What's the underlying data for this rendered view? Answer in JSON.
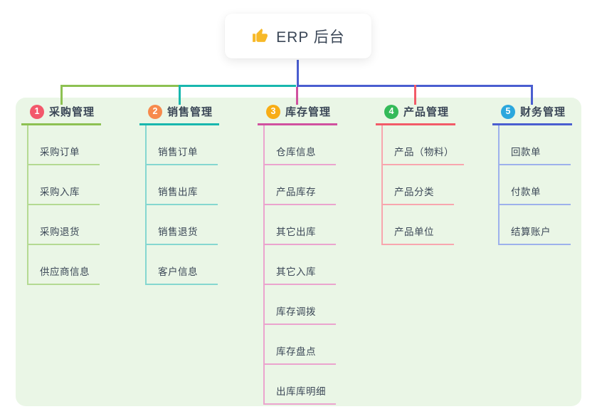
{
  "root": {
    "title": "ERP 后台",
    "icon": "thumbs-up-icon"
  },
  "branches": [
    {
      "badge": "1",
      "label": "采购管理",
      "badge_color": "#f3586b",
      "line_color": "#8dc152",
      "child_line_color": "#b4da92",
      "children": [
        "采购订单",
        "采购入库",
        "采购退货",
        "供应商信息"
      ]
    },
    {
      "badge": "2",
      "label": "销售管理",
      "badge_color": "#f78a4c",
      "line_color": "#18b7ae",
      "child_line_color": "#85d7d0",
      "children": [
        "销售订单",
        "销售出库",
        "销售退货",
        "客户信息"
      ]
    },
    {
      "badge": "3",
      "label": "库存管理",
      "badge_color": "#f8ad15",
      "line_color": "#d0519f",
      "child_line_color": "#eba4ce",
      "children": [
        "仓库信息",
        "产品库存",
        "其它出库",
        "其它入库",
        "库存调拨",
        "库存盘点",
        "出库库明细"
      ]
    },
    {
      "badge": "4",
      "label": "产品管理",
      "badge_color": "#34ba59",
      "line_color": "#f25b68",
      "child_line_color": "#f8a6ae",
      "children": [
        "产品（物料）",
        "产品分类",
        "产品单位"
      ]
    },
    {
      "badge": "5",
      "label": "财务管理",
      "badge_color": "#2ba7dd",
      "line_color": "#4a5ed0",
      "child_line_color": "#9db1ec",
      "children": [
        "回款单",
        "付款单",
        "结算账户"
      ]
    }
  ],
  "colors": {
    "background": "#ffffff",
    "panel": "#eaf6e6",
    "root_line": "#4a5ed0",
    "text": "#3b4757",
    "thumb_icon": "#f7b928"
  }
}
